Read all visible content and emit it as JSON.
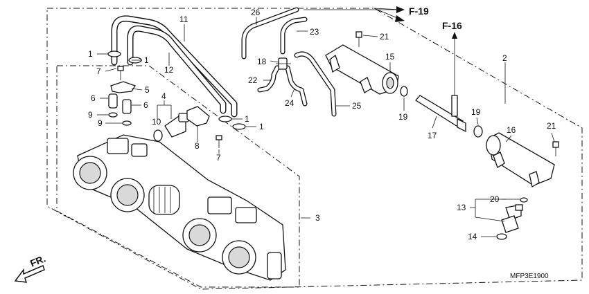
{
  "diagram": {
    "callouts": {
      "c1a": "1",
      "c1b": "1",
      "c1c": "1",
      "c1d": "1",
      "c2": "2",
      "c3": "3",
      "c4": "4",
      "c5": "5",
      "c6a": "6",
      "c6b": "6",
      "c7a": "7",
      "c7b": "7",
      "c8": "8",
      "c9a": "9",
      "c9b": "9",
      "c10": "10",
      "c11": "11",
      "c12": "12",
      "c13": "13",
      "c14": "14",
      "c15": "15",
      "c16": "16",
      "c17": "17",
      "c18": "18",
      "c19a": "19",
      "c19b": "19",
      "c20": "20",
      "c21a": "21",
      "c21b": "21",
      "c22": "22",
      "c23": "23",
      "c24": "24",
      "c25": "25",
      "c26": "26"
    },
    "references": {
      "f19": "F-19",
      "f16": "F-16"
    },
    "direction_label": "FR.",
    "drawing_code": "MFP3E1900"
  }
}
